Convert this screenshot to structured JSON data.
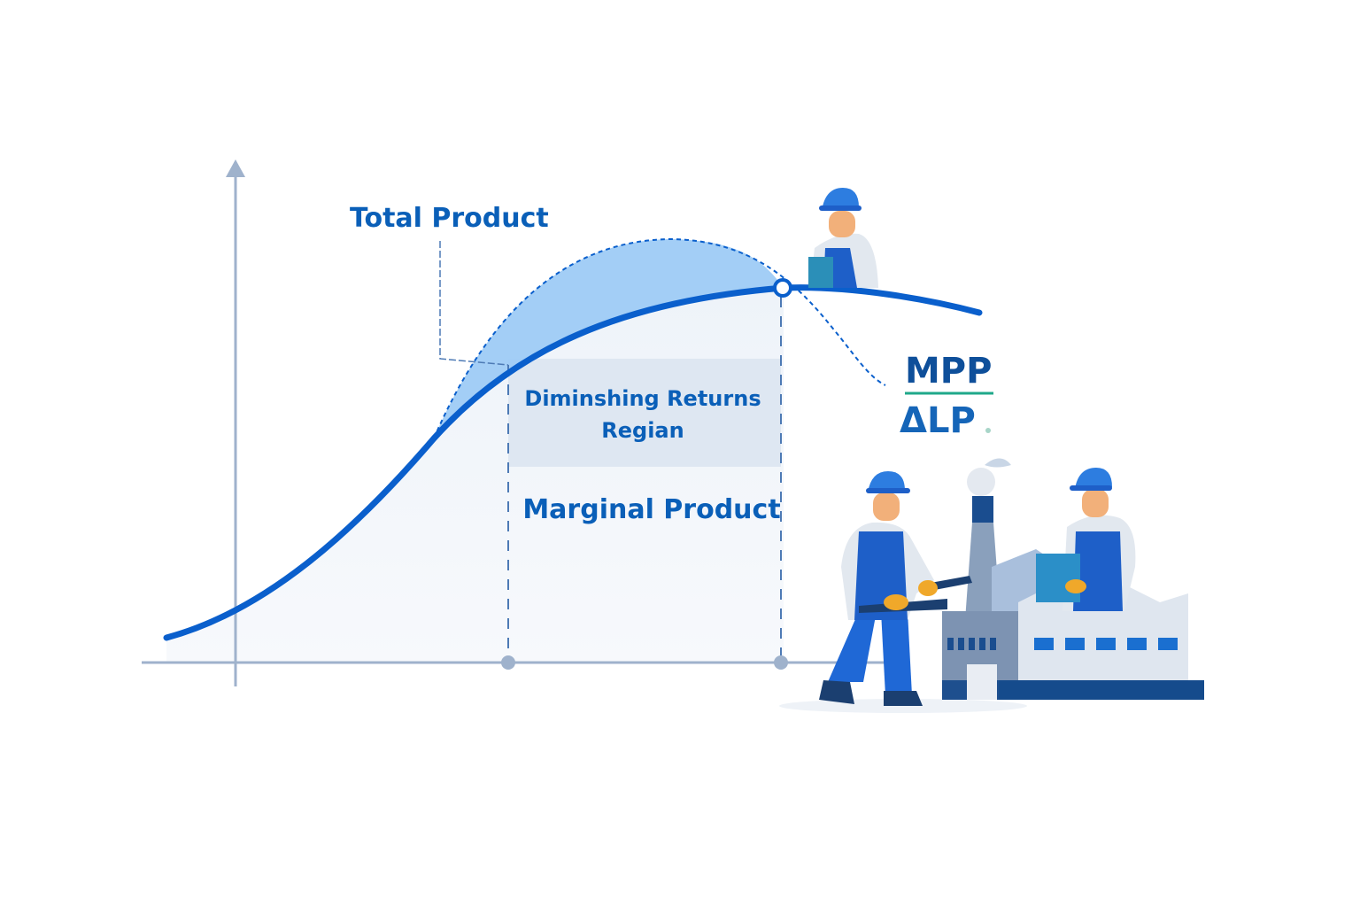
{
  "labels": {
    "total_product": "Total Product",
    "region_line1": "Diminshing Returns",
    "region_line2": "Regian",
    "marginal_product": "Marginal Product",
    "mpp": "MPP",
    "alp": "ΔLP"
  },
  "colors": {
    "curve": "#0a5fcc",
    "fill": "#9ecbf5",
    "region": "#dbe6f1",
    "axis": "#9fb2cc",
    "text": "#0a5fb8",
    "mpp_text": "#0e4f9a",
    "divider": "#1fa88a"
  },
  "icons": [
    "worker-with-clipboard",
    "worker-with-wrench",
    "worker-with-box",
    "factory"
  ]
}
